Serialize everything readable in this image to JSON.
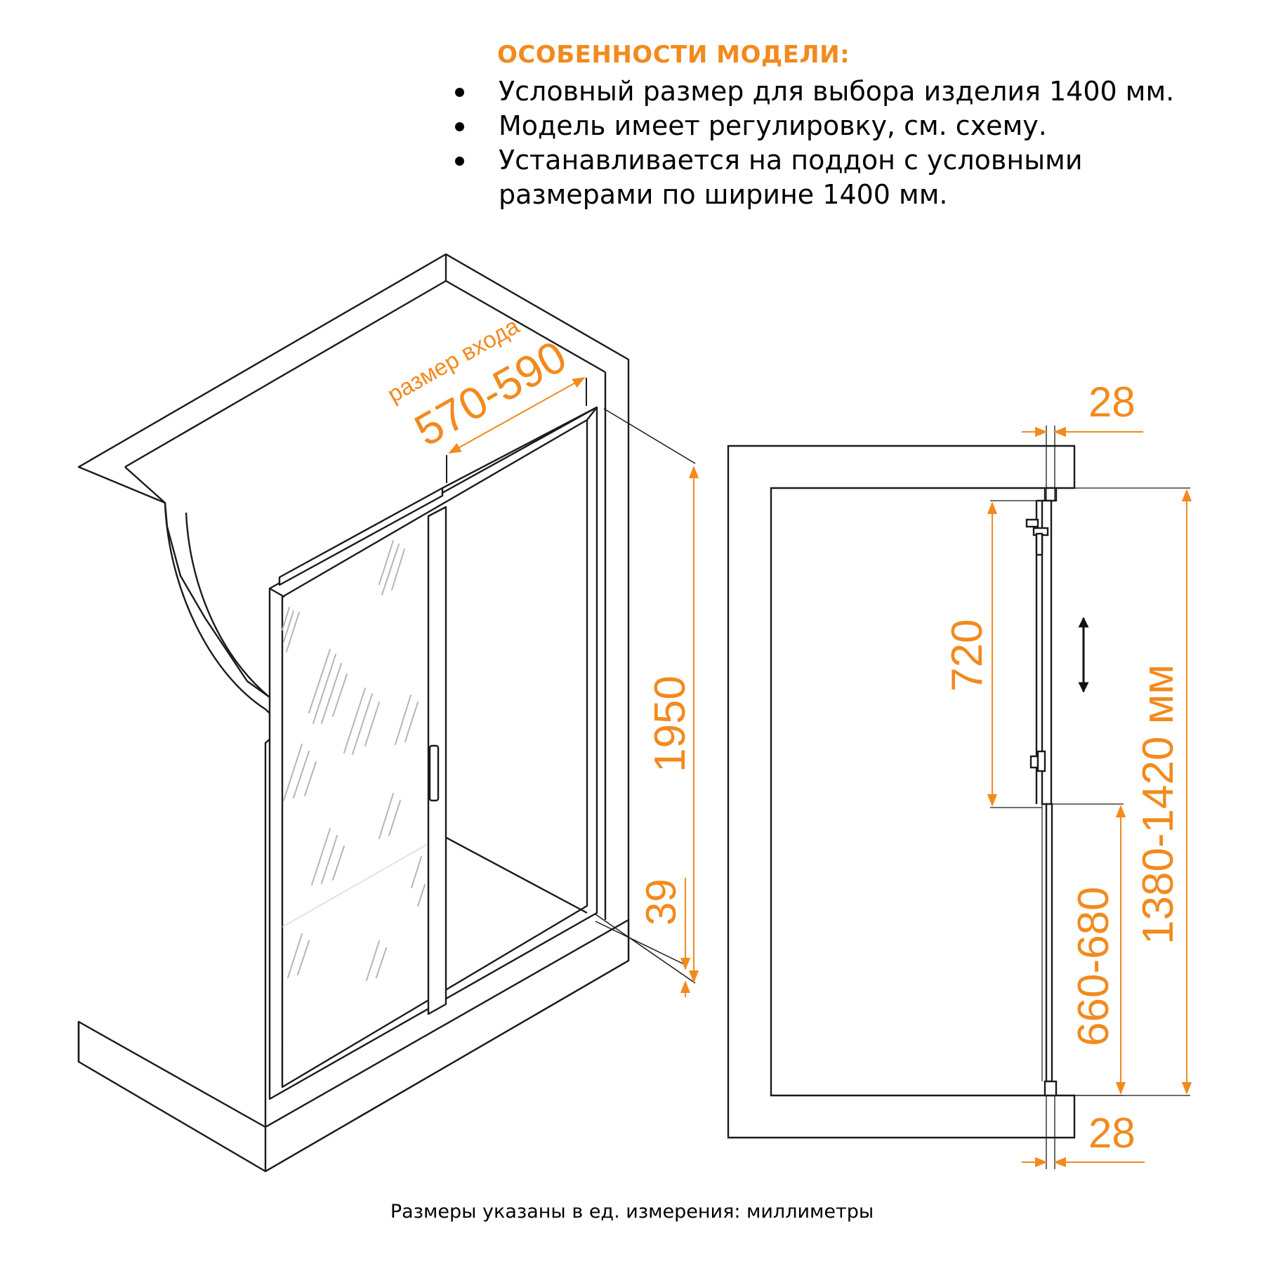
{
  "features": {
    "title": "ОСОБЕННОСТИ МОДЕЛИ:",
    "items": [
      "Условный размер для выбора изделия 1400 мм.",
      "Модель имеет регулировку, см. схему.",
      "Устанавливается на поддон с условными размерами по ширине 1400 мм."
    ]
  },
  "dimensions": {
    "entry_caption": "размер входа",
    "entry_width": "570-590",
    "height": "1950",
    "tray_gap": "39",
    "top_profile": "28",
    "bottom_profile": "28",
    "adjustment_range": "720",
    "fixed_panel": "660-680",
    "total_width": "1380-1420 мм"
  },
  "footer": "Размеры указаны в ед. измерения: миллиметры",
  "colors": {
    "accent": "#F28A1E",
    "line": "#1a1a1a",
    "glass_stripe": "#b5b5b5"
  }
}
